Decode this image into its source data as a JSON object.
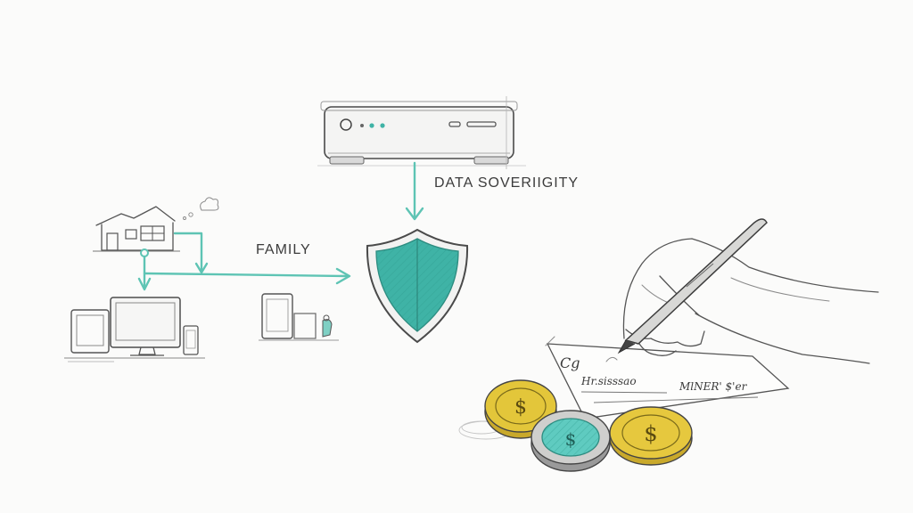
{
  "labels": {
    "family": "FAMILY",
    "data_sovereignty": "DATA SOVERIIGITY"
  },
  "cheque": {
    "mark": "Cg",
    "line1": "Hr.sisssao",
    "line2": "MlNER' $'er"
  },
  "colors": {
    "teal": "#5ec4b4",
    "shield_fill": "#3fb3a6",
    "gold_coin": "#e3c63a",
    "teal_coin": "#5fcbc0",
    "ink": "#555555"
  },
  "icons": [
    "server-icon",
    "house-icon",
    "cloud-icon",
    "desktop-icon",
    "tablet-icon",
    "phone-icon",
    "shield-icon",
    "hand-with-pen-icon",
    "cheque-icon",
    "coin-icon"
  ]
}
